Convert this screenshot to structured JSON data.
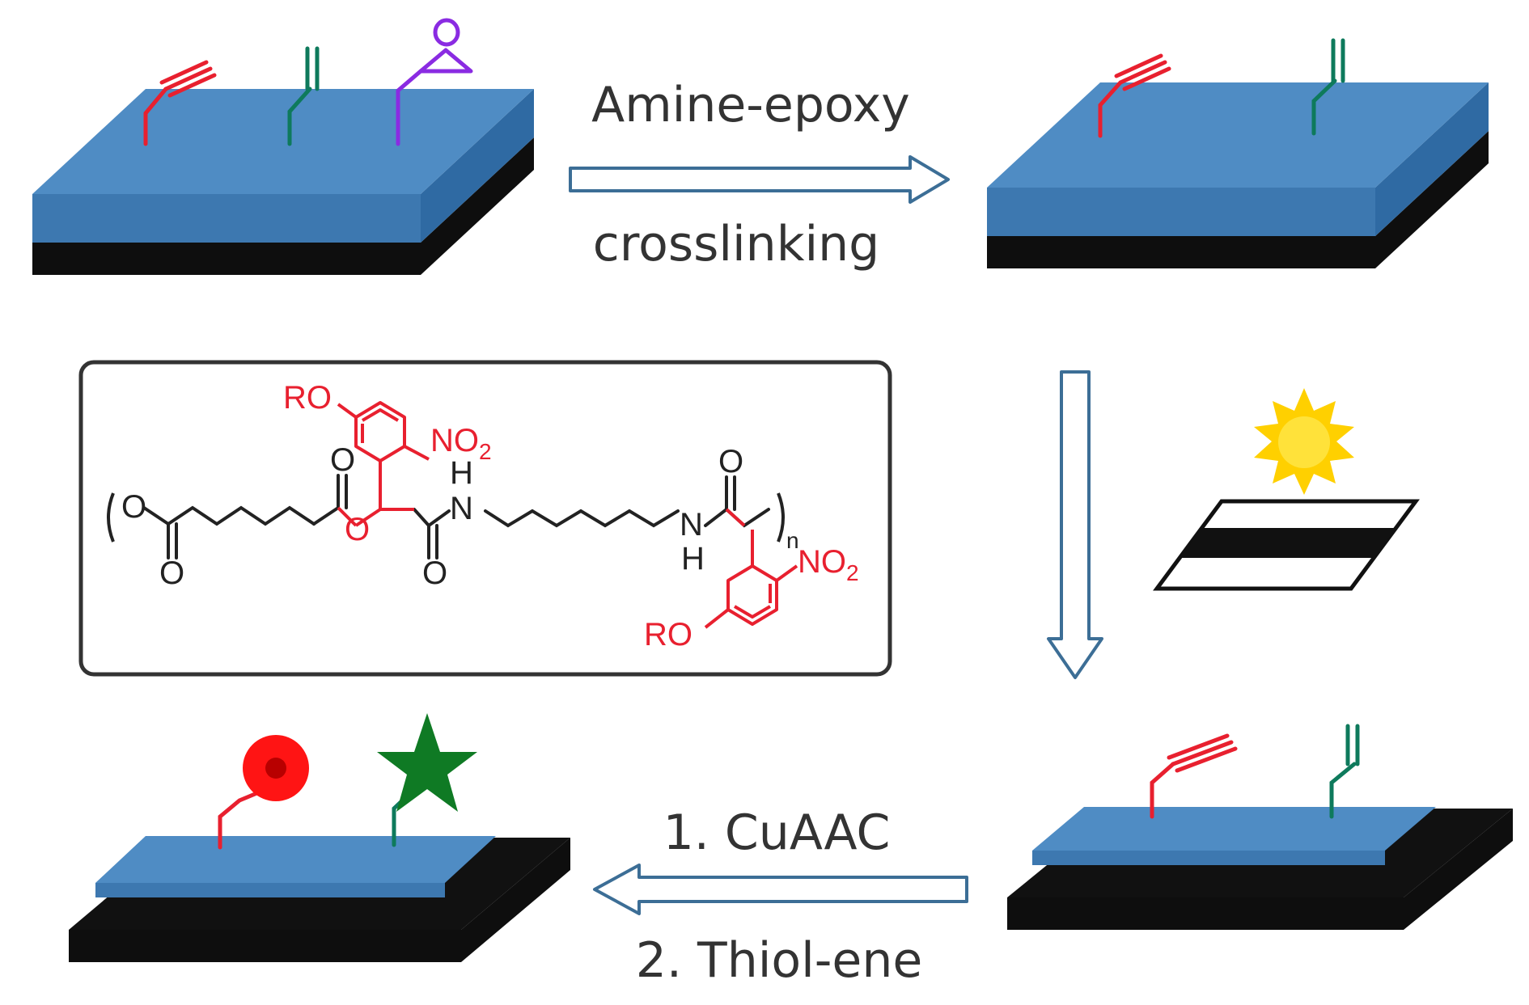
{
  "colors": {
    "film_top": "#4f8cc4",
    "film_side": "#3d78b0",
    "substrate": "#0e0e0e",
    "alkyne": "#e8202f",
    "alkene": "#0e7a5c",
    "epoxide": "#8a2be2",
    "moiety": "#e8202f",
    "backbone": "#222222",
    "sun": "#ffd000",
    "arrow_stroke": "#3c6e96",
    "dye_circle": "#ff1414",
    "dye_star": "#0f7a24"
  },
  "arrows": {
    "step1_top": "Amine-epoxy",
    "step1_bottom": "crosslinking",
    "step3_top": "1. CuAAC",
    "step3_bottom": "2. Thiol-ene"
  },
  "structure": {
    "ro_top": "RO",
    "no2_top": "NO",
    "no2_top_sub": "2",
    "ro_bottom": "RO",
    "no2_bottom": "NO",
    "no2_bottom_sub": "2",
    "ester_o": "O",
    "carbonyl_o": "O",
    "left_o": "O",
    "left_carbonyl_o": "O",
    "amide1_n": "N",
    "amide1_h": "H",
    "amide2_n": "N",
    "amide2_h": "H",
    "amide2_carbonyl_o": "O",
    "repeat_n": "n"
  },
  "icons": [
    "sun-icon",
    "photomask-icon",
    "circle-dye-icon",
    "star-dye-icon",
    "epoxide-icon",
    "alkyne-icon",
    "alkene-icon"
  ]
}
